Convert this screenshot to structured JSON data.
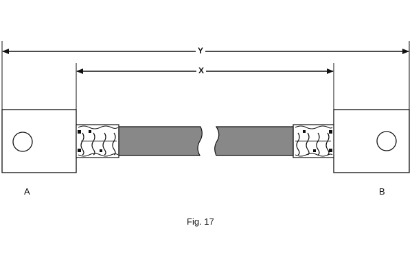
{
  "dimensions": {
    "overall_label": "Y",
    "inner_label": "X"
  },
  "ends": {
    "left_label": "A",
    "right_label": "B"
  },
  "caption": "Fig. 17"
}
